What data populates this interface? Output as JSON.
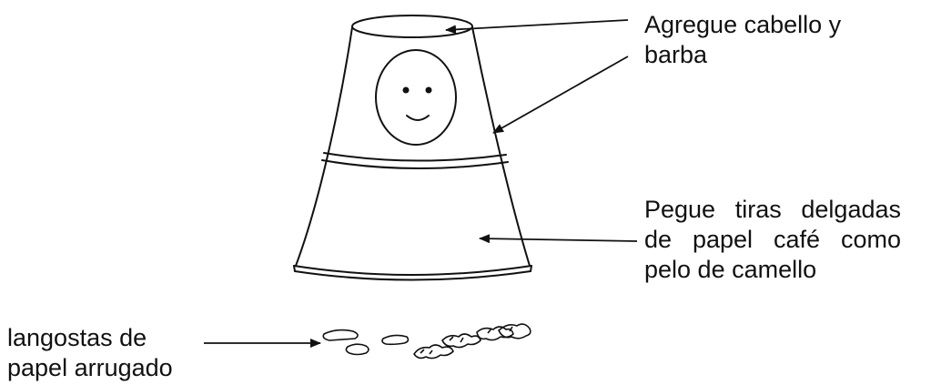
{
  "labels": {
    "hair_beard": [
      "Agregue cabello y",
      "barba"
    ],
    "paper_strips": [
      "Pegue tiras delgadas",
      "de papel café como",
      "pelo de camello"
    ],
    "locusts": [
      "langostas de",
      "papel arrugado"
    ]
  },
  "colors": {
    "line": "#111111",
    "background": "#ffffff"
  }
}
